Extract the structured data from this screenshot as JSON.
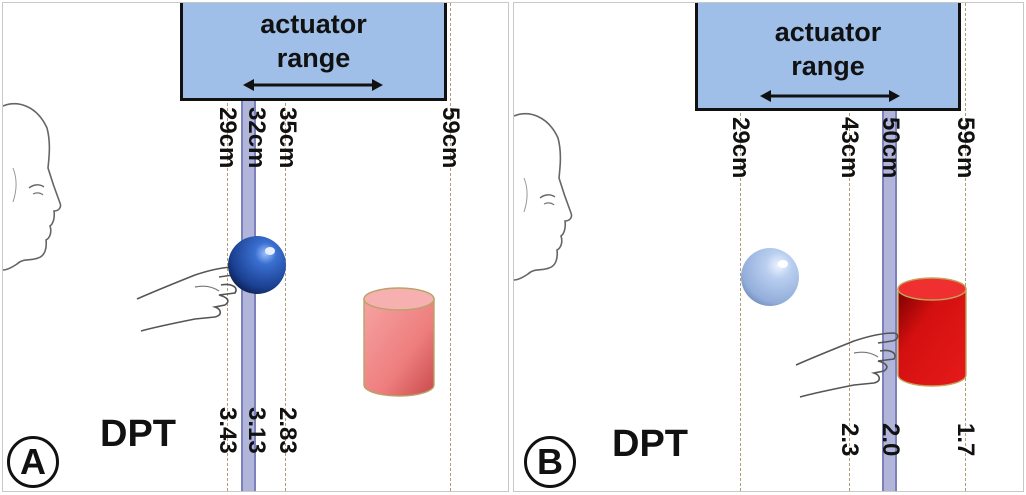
{
  "panels": [
    {
      "letter": "A",
      "actuator_label_line1": "actuator",
      "actuator_label_line2": "range",
      "distances": [
        "29cm",
        "32cm",
        "35cm",
        "59cm"
      ],
      "dpt_title": "DPT",
      "dpt_values": [
        "3.43",
        "3.13",
        "2.83"
      ]
    },
    {
      "letter": "B",
      "actuator_label_line1": "actuator",
      "actuator_label_line2": "range",
      "distances": [
        "29cm",
        "43cm",
        "50cm",
        "59cm"
      ],
      "dpt_title": "DPT",
      "dpt_values": [
        "2.3",
        "2.0",
        "1.7"
      ]
    }
  ],
  "colors": {
    "actuator_box": "#9fbfe9",
    "focal_plane": "#a9aed6",
    "guide_lines": "#b09b73",
    "sphere_dark_blue": "#1f4aa3",
    "sphere_light_blue": "#a8c3ea",
    "cylinder_light_red": "#f08080",
    "cylinder_red": "#dd1111"
  }
}
